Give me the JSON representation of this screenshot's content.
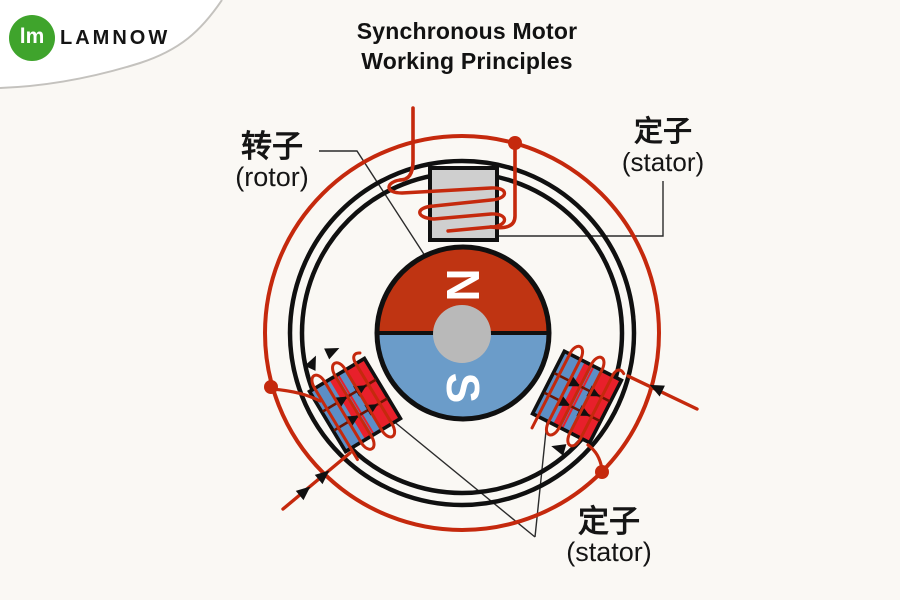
{
  "logo": {
    "brand": "LAMNOW",
    "monogram": "lm"
  },
  "title": {
    "line1": "Synchronous Motor",
    "line2": "Working Principles"
  },
  "labels": {
    "rotor": {
      "zh": "转子",
      "en": "(rotor)"
    },
    "stator_top": {
      "zh": "定子",
      "en": "(stator)"
    },
    "stator_bottom": {
      "zh": "定子",
      "en": "(stator)"
    }
  },
  "rotor_poles": {
    "north": "N",
    "south": "S"
  },
  "colors": {
    "accent": "#c5290d",
    "rotor_red": "#bf3412",
    "rotor_blue": "#6b9cc9",
    "winding_red": "#e8202b",
    "winding_blue": "#5c8ec6",
    "coil_dark": "#6e1503",
    "gray_core": "#cfcfcf",
    "shaft_gray": "#b9b9b9",
    "logo_green": "#3fa42c",
    "background": "#faf8f4"
  }
}
